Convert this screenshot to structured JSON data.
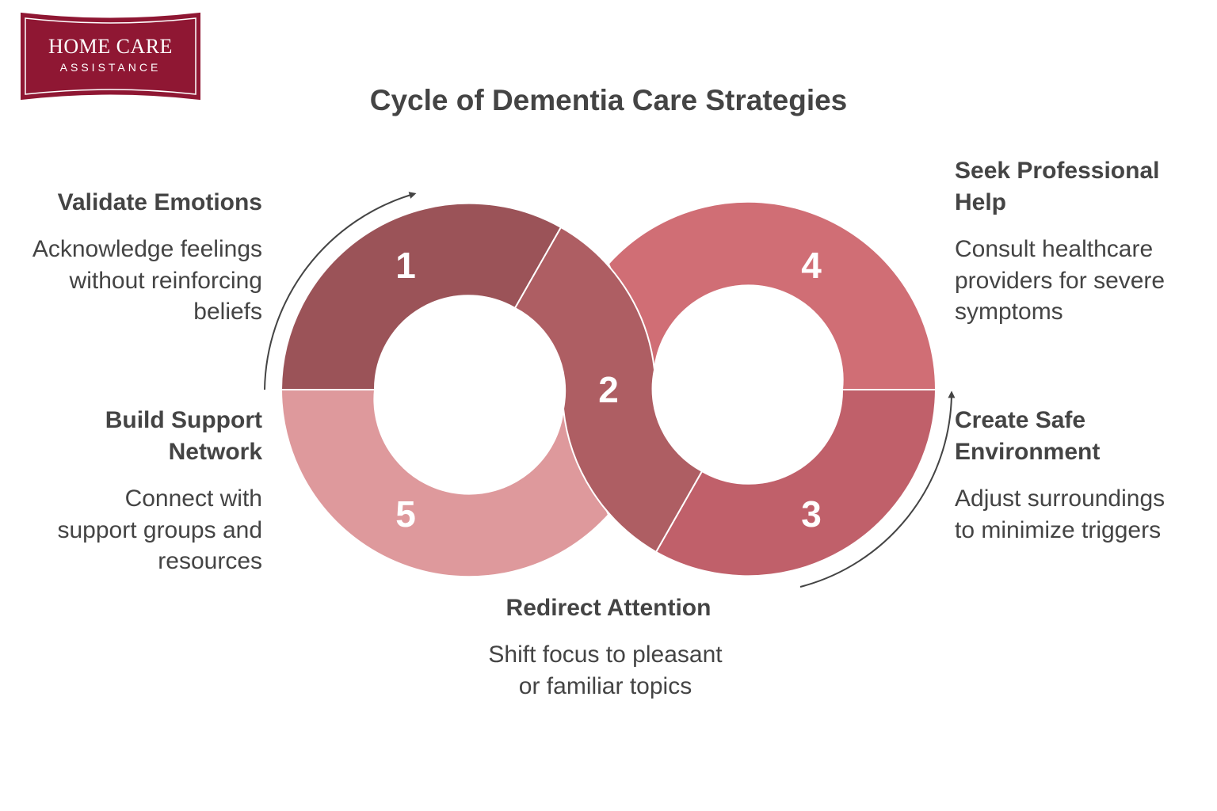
{
  "brand": {
    "line1": "HOME CARE",
    "line2": "ASSISTANCE",
    "color": "#8f1733"
  },
  "title": "Cycle of Dementia Care Strategies",
  "steps": [
    {
      "number": "1",
      "heading": "Validate Emotions",
      "description": "Acknowledge feelings without reinforcing beliefs",
      "color": "#9b5358"
    },
    {
      "number": "2",
      "heading": "Redirect Attention",
      "description": "Shift focus to pleasant or familiar topics",
      "color": "#ae5e63"
    },
    {
      "number": "3",
      "heading": "Create Safe Environment",
      "description": "Adjust surroundings to minimize triggers",
      "color": "#c0606a"
    },
    {
      "number": "4",
      "heading": "Seek Professional Help",
      "description": "Consult healthcare providers for severe symptoms",
      "color": "#d06e75"
    },
    {
      "number": "5",
      "heading": "Build Support Network",
      "description": "Connect with support groups and resources",
      "color": "#de999c"
    }
  ]
}
